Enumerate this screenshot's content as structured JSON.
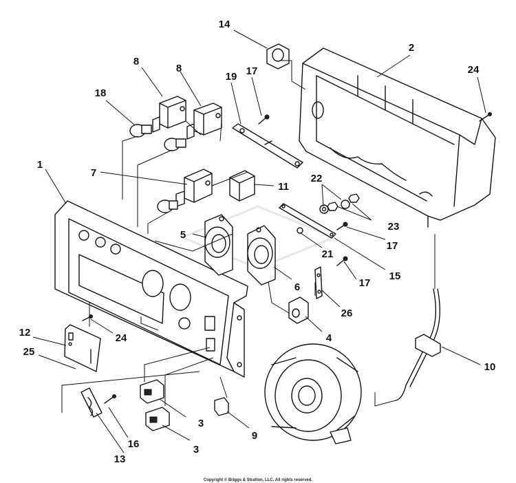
{
  "diagram": {
    "callouts": [
      {
        "id": "c1",
        "label": "1"
      },
      {
        "id": "c2",
        "label": "2"
      },
      {
        "id": "c3a",
        "label": "3"
      },
      {
        "id": "c3b",
        "label": "3"
      },
      {
        "id": "c4",
        "label": "4"
      },
      {
        "id": "c5",
        "label": "5"
      },
      {
        "id": "c6",
        "label": "6"
      },
      {
        "id": "c7",
        "label": "7"
      },
      {
        "id": "c8a",
        "label": "8"
      },
      {
        "id": "c8b",
        "label": "8"
      },
      {
        "id": "c9",
        "label": "9"
      },
      {
        "id": "c10",
        "label": "10"
      },
      {
        "id": "c11",
        "label": "11"
      },
      {
        "id": "c12",
        "label": "12"
      },
      {
        "id": "c13",
        "label": "13"
      },
      {
        "id": "c14",
        "label": "14"
      },
      {
        "id": "c15",
        "label": "15"
      },
      {
        "id": "c16",
        "label": "16"
      },
      {
        "id": "c17a",
        "label": "17"
      },
      {
        "id": "c17b",
        "label": "17"
      },
      {
        "id": "c17c",
        "label": "17"
      },
      {
        "id": "c18",
        "label": "18"
      },
      {
        "id": "c19",
        "label": "19"
      },
      {
        "id": "c21",
        "label": "21"
      },
      {
        "id": "c22",
        "label": "22"
      },
      {
        "id": "c23",
        "label": "23"
      },
      {
        "id": "c24a",
        "label": "24"
      },
      {
        "id": "c24b",
        "label": "24"
      },
      {
        "id": "c25",
        "label": "25"
      },
      {
        "id": "c26",
        "label": "26"
      }
    ],
    "copyright": "Copyright © Briggs & Stratton, LLC. All rights reserved."
  }
}
